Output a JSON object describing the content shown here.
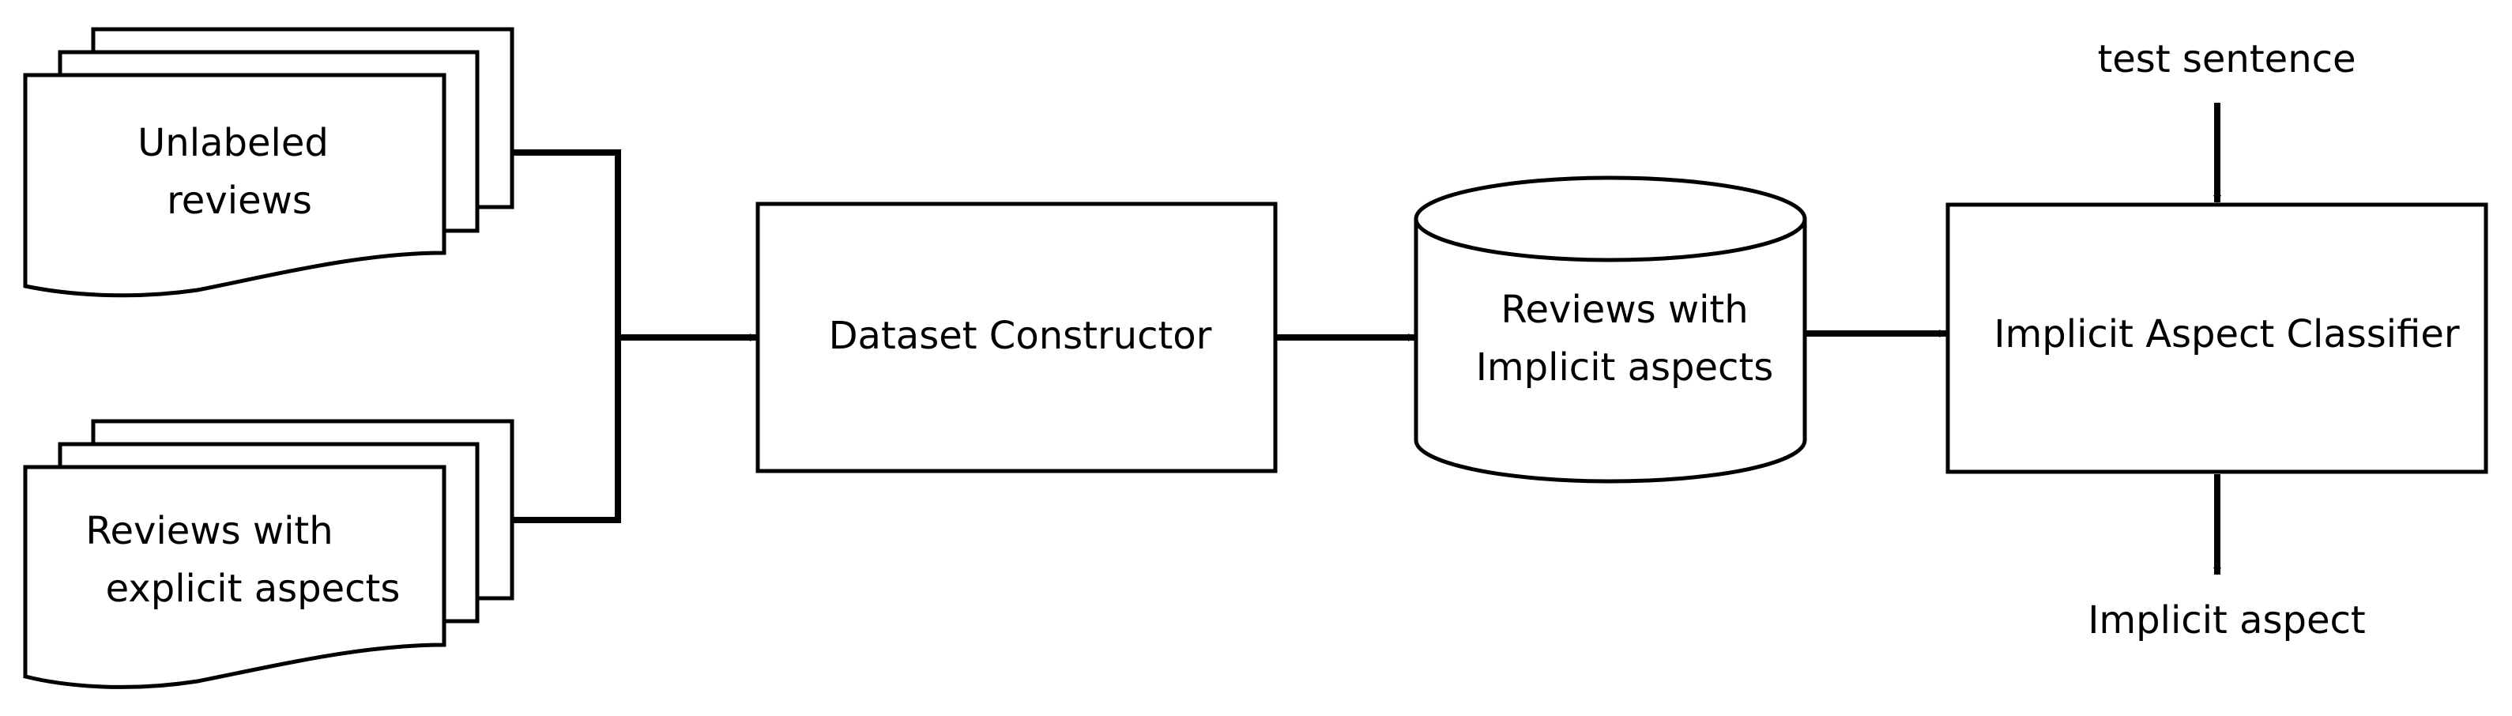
{
  "nodes": {
    "unlabeled_reviews": {
      "line1": "Unlabeled",
      "line2": "reviews"
    },
    "explicit_reviews": {
      "line1": "Reviews with",
      "line2": "explicit aspects"
    },
    "dataset_constructor": {
      "label": "Dataset Constructor"
    },
    "implicit_db": {
      "line1": "Reviews with",
      "line2": "Implicit aspects"
    },
    "classifier": {
      "label": "Implicit Aspect Classifier"
    }
  },
  "inputs": {
    "test_sentence": "test sentence"
  },
  "outputs": {
    "implicit_aspect": "Implicit aspect"
  }
}
